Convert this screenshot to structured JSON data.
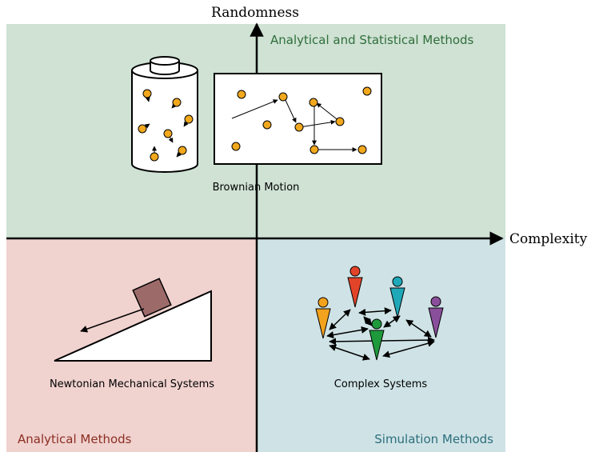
{
  "axes": {
    "vertical_label": "Randomness",
    "horizontal_label": "Complexity"
  },
  "quadrants": {
    "top": {
      "method_label": "Analytical and Statistical Methods",
      "caption": "Brownian Motion",
      "color": "#cfe2d4"
    },
    "bottom_left": {
      "method_label": "Analytical Methods",
      "caption": "Newtonian Mechanical Systems",
      "color": "#f0d2cf"
    },
    "bottom_right": {
      "method_label": "Simulation Methods",
      "caption": "Complex Systems",
      "color": "#cfe3e6"
    }
  },
  "colors": {
    "top_method_text": "#2f6e3a",
    "bottom_left_method_text": "#8b2e22",
    "bottom_right_method_text": "#2c6e7c",
    "particle": "#f2a81d",
    "block": "#9d6a6a",
    "agent_orange": "#f2a21d",
    "agent_red": "#e2442a",
    "agent_teal": "#1fa8b8",
    "agent_purple": "#8a4f9a",
    "agent_green": "#1e9a3c"
  },
  "icons": [
    "cylinder-container-icon",
    "particle-icon",
    "incline-plane-icon",
    "block-icon",
    "agent-figure-icon"
  ]
}
